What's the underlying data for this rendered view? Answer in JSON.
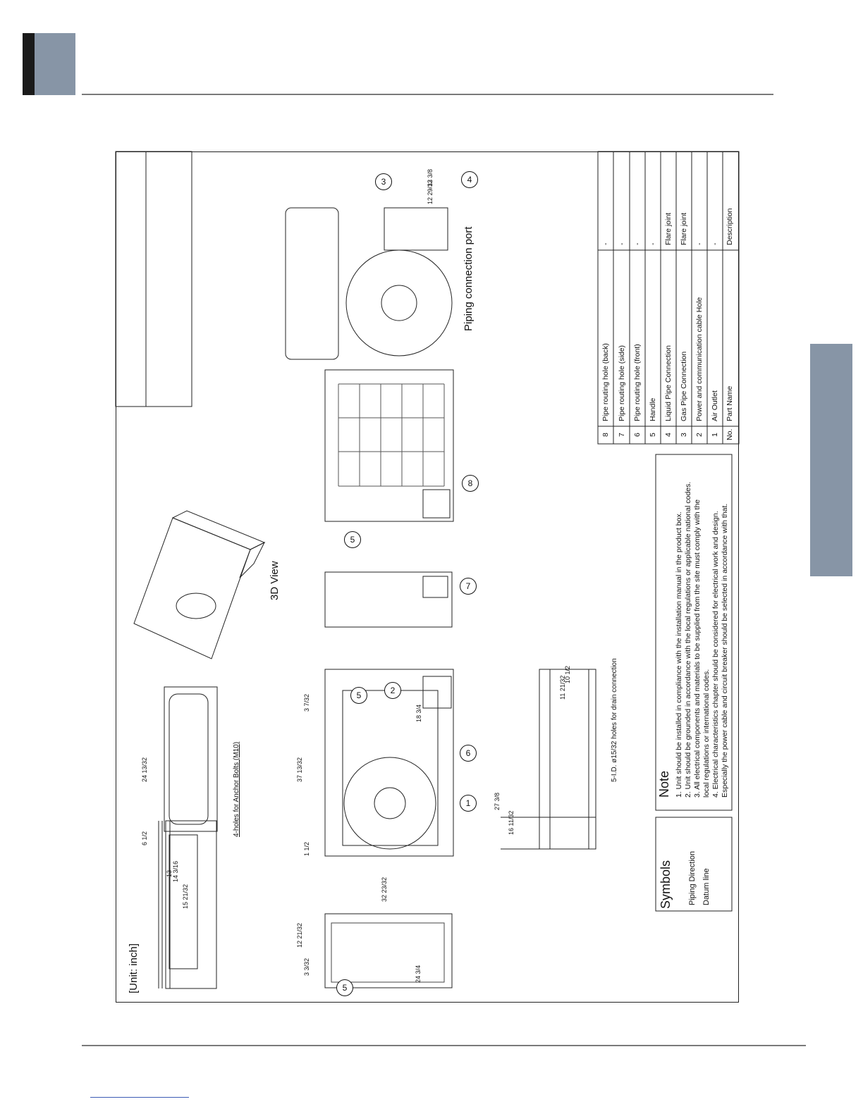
{
  "unit_label": "[Unit: inch]",
  "view_3d_label": "3D View",
  "piping_port_label": "Piping connection port",
  "anchor_label": "4-holes for Anchor Bolts (M10)",
  "drain_label": "5-I.D. ø15/32 holes for drain connection",
  "symbols": {
    "title": "Symbols",
    "items": [
      "Piping Direction",
      "Datum line"
    ]
  },
  "note": {
    "title": "Note",
    "lines": [
      "1. Unit should be installed in compliance with the installation manual in the product box.",
      "2. Unit should be grounded in accordance with the local regulations or applicable national codes.",
      "3. All electrical components and materials to be supplied from the site must comply with the",
      "    local regulations or international codes.",
      "4. Electrical characteristics chapter should be considered for electrical work and design.",
      "    Especially the power cable and circuit breaker should be selected in accordance with that."
    ]
  },
  "parts": {
    "headers": {
      "no": "No.",
      "name": "Part Name",
      "desc": "Description"
    },
    "rows": [
      {
        "no": "1",
        "name": "Air Outlet",
        "desc": "-"
      },
      {
        "no": "2",
        "name": "Power and communication cable Hole",
        "desc": "-"
      },
      {
        "no": "3",
        "name": "Gas Pipe Connection",
        "desc": "Flare joint"
      },
      {
        "no": "4",
        "name": "Liquid Pipe Connection",
        "desc": "Flare joint"
      },
      {
        "no": "5",
        "name": "Handle",
        "desc": "-"
      },
      {
        "no": "6",
        "name": "Pipe routing hole (front)",
        "desc": "-"
      },
      {
        "no": "7",
        "name": "Pipe routing hole (side)",
        "desc": "-"
      },
      {
        "no": "8",
        "name": "Pipe routing hole (back)",
        "desc": "-"
      }
    ]
  },
  "dimensions": {
    "d1": "15 21/32",
    "d2": "14 3/16",
    "d3": "13",
    "d4": "6 1/2",
    "d5": "24 13/32",
    "d6": "37 13/32",
    "d7": "32 23/32",
    "d8": "1 1/2",
    "d9": "3 7/32",
    "d10": "18 3/4",
    "d11": "12 21/32",
    "d12": "3 3/32",
    "d13": "24 3/4",
    "d14": "27 3/8",
    "d15": "16 11/32",
    "d16": "11 21/32",
    "d17": "10 1/2",
    "d18": "13 3/8",
    "d19": "12 29/32"
  },
  "callouts": [
    "1",
    "2",
    "3",
    "4",
    "5",
    "5",
    "5",
    "6",
    "7",
    "8"
  ]
}
